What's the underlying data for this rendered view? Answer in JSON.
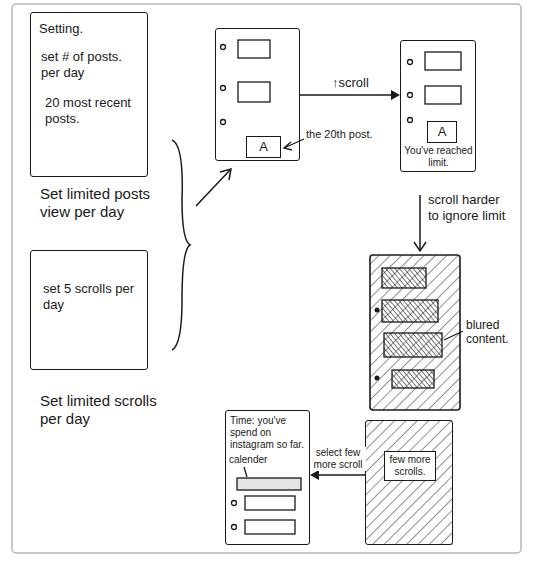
{
  "diagram": {
    "nodes": [
      {
        "text": [
          "Setting.",
          "set # of posts. per day",
          "20 most recent posts."
        ]
      },
      {
        "text": [
          "A"
        ]
      },
      {
        "text": [
          "A",
          "You've reached limit."
        ]
      },
      {
        "text": [
          "set 5 scrolls per day"
        ]
      },
      {
        "text": [
          "Time: you've spend on instagram so far."
        ]
      },
      {
        "text": [
          "few more scrolls."
        ]
      }
    ],
    "edges": [
      {
        "from": 1,
        "to": 2,
        "label": "↑scroll",
        "arrow": "to"
      },
      {
        "from": 5,
        "to": 4,
        "label": "select few more scroll",
        "arrow": "to"
      }
    ],
    "labels": [
      "Set limited posts view per day",
      "the 20th post.",
      "scroll harder to ignore limit",
      "Set limited scrolls per day",
      "blured content.",
      "calender"
    ]
  }
}
